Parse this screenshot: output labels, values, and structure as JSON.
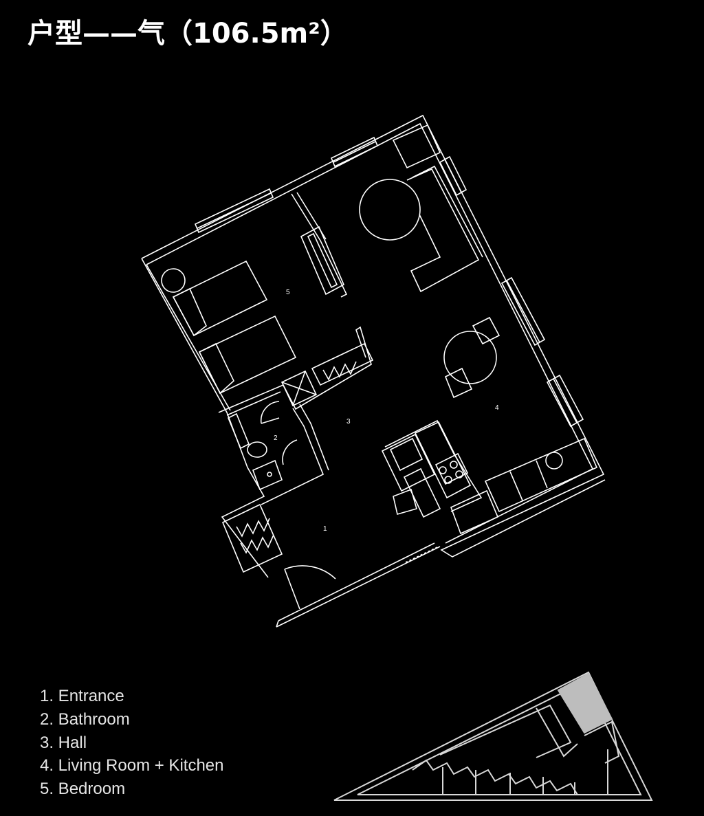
{
  "title": "户型——气（106.5m²）",
  "legend": [
    "1. Entrance",
    "2. Bathroom",
    "3. Hall",
    "4. Living Room + Kitchen",
    "5. Bedroom"
  ],
  "room_numbers": [
    "1",
    "2",
    "3",
    "4",
    "5"
  ],
  "colors": {
    "background": "#000000",
    "line": "#ffffff",
    "site_highlight": "#bdbdbd"
  }
}
